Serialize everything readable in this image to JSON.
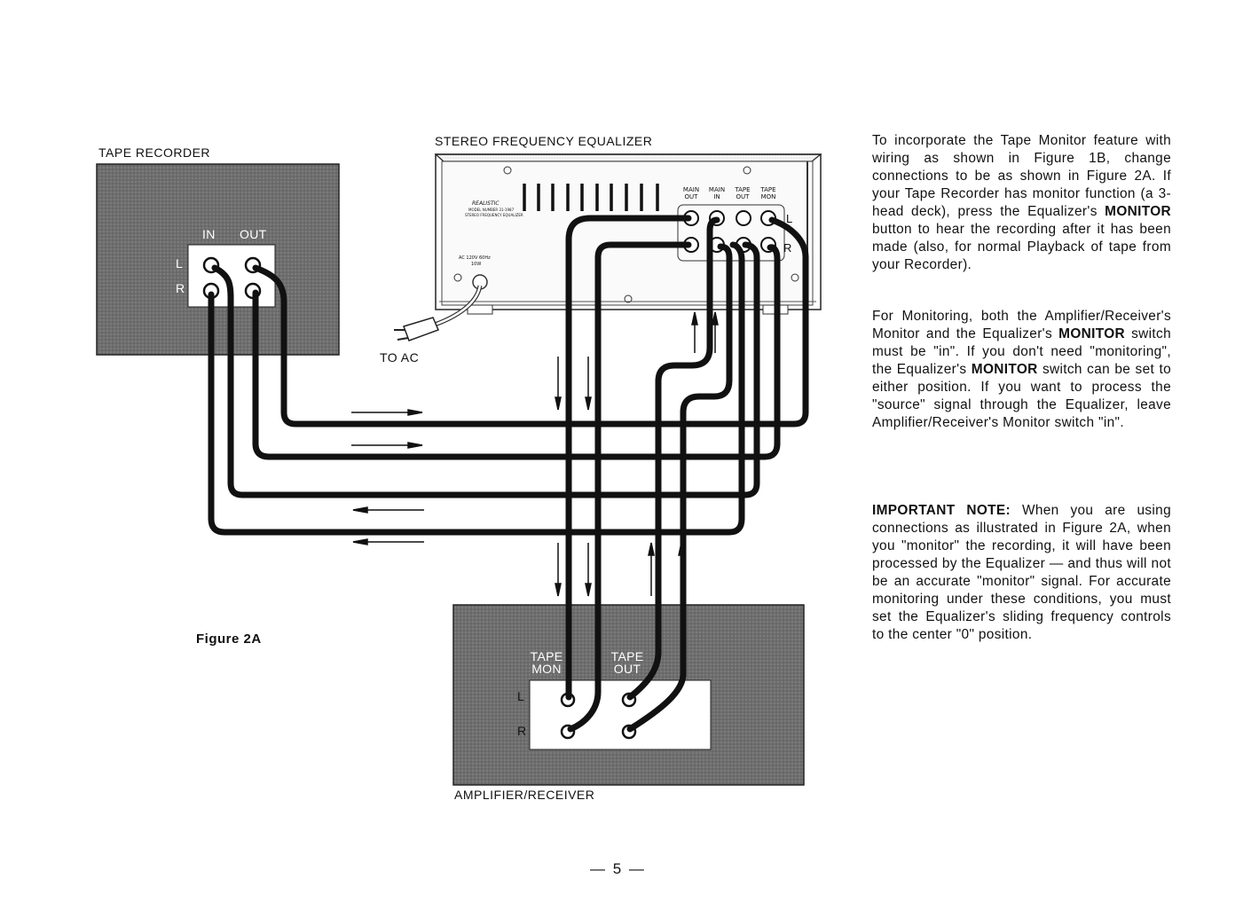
{
  "diagram": {
    "tape_recorder_label": "TAPE RECORDER",
    "equalizer_label": "STEREO FREQUENCY EQUALIZER",
    "amplifier_label": "AMPLIFIER/RECEIVER",
    "to_ac_label": "TO AC",
    "figure_caption": "Figure 2A",
    "tape_in_label": "IN",
    "tape_out_label": "OUT",
    "left_label": "L",
    "right_label": "R",
    "jacks": {
      "main_out": "MAIN OUT",
      "main_in": "MAIN IN",
      "tape_out": "TAPE OUT",
      "tape_mon": "TAPE MON"
    },
    "amp_tape_mon": "TAPE MON",
    "amp_tape_out": "TAPE OUT",
    "brand": "REALISTIC",
    "model_text": "MODEL NUMBER 31-1987",
    "model_sub": "STEREO FREQUENCY EQUALIZER",
    "power_text": "AC 120V 60Hz",
    "power_watts": "10W"
  },
  "paragraphs": {
    "p1": "To incorporate the Tape Monitor feature with wiring as shown in Figure 1B, change connections to be as shown in Figure 2A. If your Tape Recorder has monitor function (a 3-head deck), press the Equalizer's ",
    "p1_bold": "MONITOR",
    "p1_end": " button to hear the recording after it has been made (also, for normal Playback of tape from your Recorder).",
    "p2_a": "For Monitoring, both the Amplifier/Receiver's Monitor and the Equalizer's ",
    "p2_bold1": "MONITOR",
    "p2_b": " switch must be \"in\". If you don't need \"monitoring\", the Equalizer's ",
    "p2_bold2": "MONITOR",
    "p2_c": " switch can be set to either position. If you want to process the \"source\" signal through the Equalizer, leave Amplifier/Receiver's Monitor switch \"in\".",
    "p3_bold": "IMPORTANT NOTE:",
    "p3": " When you are using connections as illustrated in Figure 2A, when you \"monitor\" the recording, it will have been processed by the Equalizer — and thus will not be an accurate \"monitor\" signal. For accurate monitoring under these conditions, you must set the Equalizer's sliding frequency controls to the center \"0\" position."
  },
  "page_number": "— 5 —"
}
